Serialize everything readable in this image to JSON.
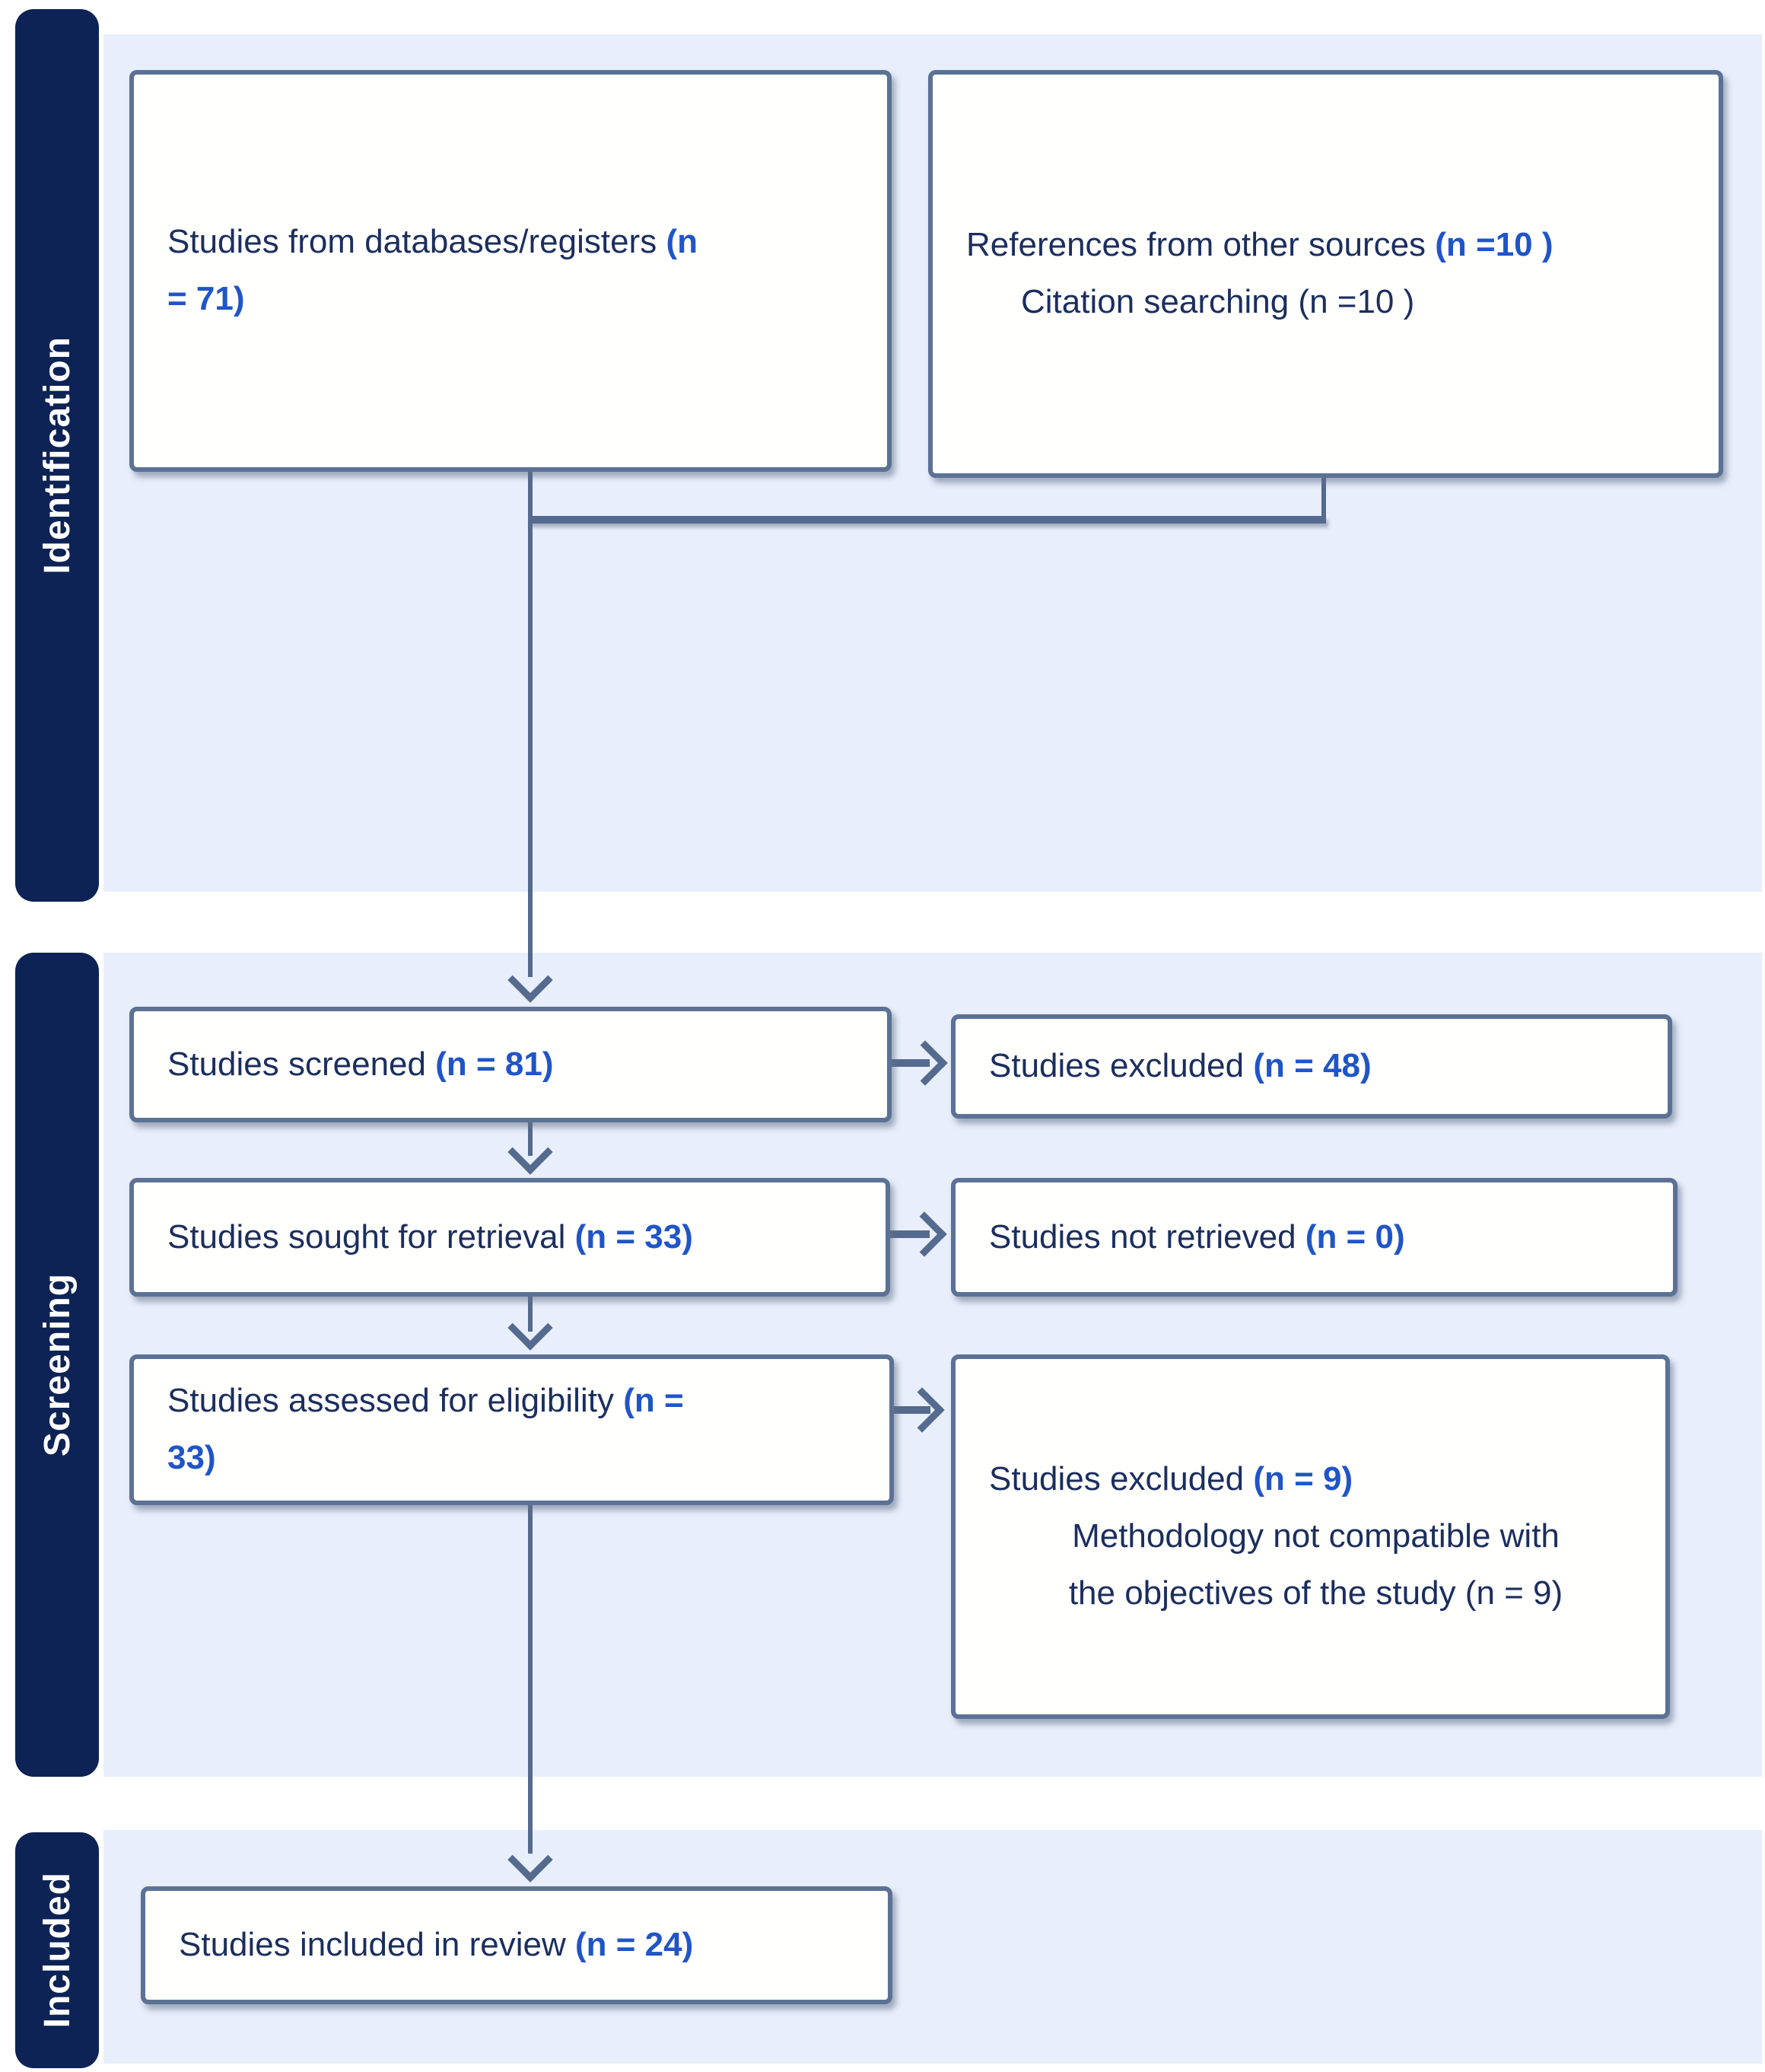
{
  "diagram_title": "PRISMA study selection flow diagram",
  "colors": {
    "stage_bar_navy": "#0d2355",
    "panel_light_blue": "#e8eefb",
    "box_border_slate": "#5b7295",
    "connector_slate": "#546a8e",
    "body_text_navy": "#1b2e5e",
    "count_blue": "#2055c8",
    "box_fill": "#fffffe"
  },
  "sidebar": {
    "sections": [
      {
        "label": "Identification"
      },
      {
        "label": "Screening"
      },
      {
        "label": "Included"
      }
    ]
  },
  "boxes": {
    "databases": {
      "line1_text": "Studies from databases/registers ",
      "line1_count": "(n",
      "line2_count": "= 71)"
    },
    "other_sources": {
      "line1_text": "References from other sources ",
      "line1_count": "(n =10 )",
      "line2_text": "Citation searching (n =10 )"
    },
    "screened": {
      "text": "Studies screened ",
      "count": "(n = 81)"
    },
    "excluded_screening": {
      "text": "Studies excluded ",
      "count": "(n = 48)"
    },
    "sought": {
      "text": "Studies sought for retrieval ",
      "count": "(n = 33)"
    },
    "not_retrieved": {
      "text": "Studies not retrieved ",
      "count": "(n = 0)"
    },
    "assessed": {
      "line1_text": "Studies assessed for eligibility ",
      "line1_count": "(n =",
      "line2_count": "33)"
    },
    "excluded_eligibility": {
      "line1_text": "Studies excluded ",
      "line1_count": "(n = 9)",
      "line2_text": "Methodology not compatible with",
      "line3_text": "the objectives of the study (n = 9)"
    },
    "included": {
      "text": "Studies included in review ",
      "count": "(n = 24)"
    }
  }
}
